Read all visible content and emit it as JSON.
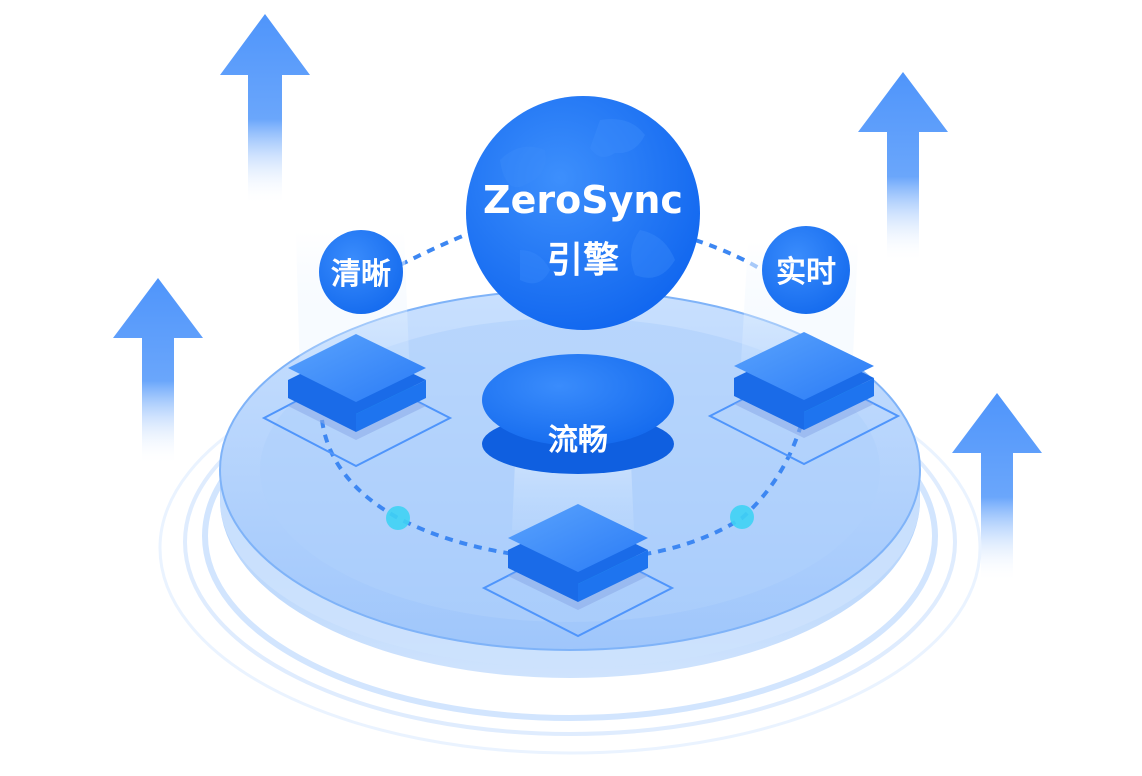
{
  "engine": {
    "name": "ZeroSync",
    "subtitle": "引擎"
  },
  "features": [
    {
      "label": "清晰"
    },
    {
      "label": "实时"
    },
    {
      "label": "流畅"
    }
  ],
  "colors": {
    "primary_blue": "#1677ff",
    "arrow_blue": "#5b9dfb",
    "platform_light": "#b9d6fd",
    "chip_cyan": "#27c6f5",
    "dot_cyan": "#3fd2f4"
  }
}
